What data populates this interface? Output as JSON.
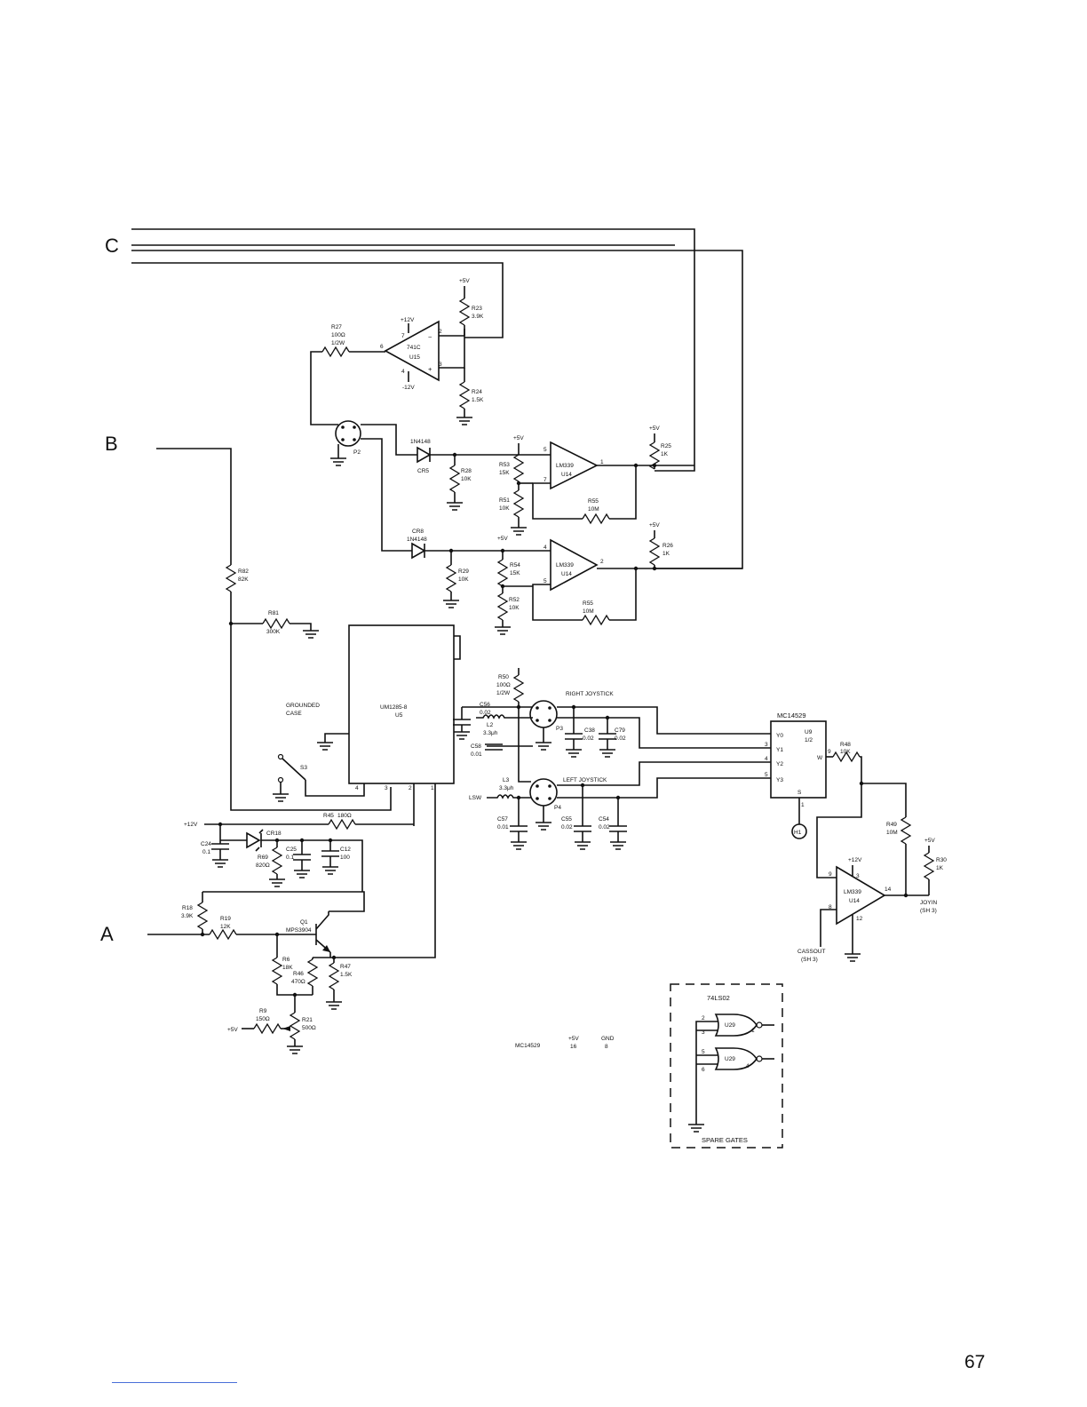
{
  "page": {
    "number": "67"
  },
  "sheet_refs": {
    "C": "C",
    "B": "B",
    "A": "A"
  },
  "parts": {
    "u15_amp": "741C",
    "u15": "U15",
    "u14": "U14",
    "lm339": "LM339",
    "u5_part": "UM1285-8",
    "u5": "U5",
    "mc14529": "MC14529",
    "u9": "U9",
    "u9_half": "1/2",
    "q1": "Q1",
    "q1_part": "MPS3904",
    "cr5": "CR5",
    "cr5_part": "1N4148",
    "cr8": "CR8",
    "cr8_part": "1N4148",
    "cr18": "CR18",
    "spare_part": "74LS02",
    "u29": "U29"
  },
  "resistors": {
    "r27": [
      "R27",
      "100Ω",
      "1/2W"
    ],
    "r23": [
      "R23",
      "3.9K"
    ],
    "r24": [
      "R24",
      "1.5K"
    ],
    "r25": [
      "R25",
      "1K"
    ],
    "r28": [
      "R28",
      "10K"
    ],
    "r53": [
      "R53",
      "15K"
    ],
    "r51": [
      "R51",
      "10K"
    ],
    "r55a": [
      "R55",
      "10M"
    ],
    "r26": [
      "R26",
      "1K"
    ],
    "r29": [
      "R29",
      "10K"
    ],
    "r54": [
      "R54",
      "15K"
    ],
    "r52": [
      "R52",
      "10K"
    ],
    "r55b": [
      "R55",
      "10M"
    ],
    "r82": [
      "R82",
      "82K"
    ],
    "r81": [
      "R81",
      "300K"
    ],
    "r45": [
      "R45",
      "180Ω"
    ],
    "r69": [
      "R69",
      "820Ω"
    ],
    "r50": [
      "R50",
      "100Ω",
      "1/2W"
    ],
    "r48": [
      "R48",
      "10K"
    ],
    "r49": [
      "R49",
      "10M"
    ],
    "r30": [
      "R30",
      "1K"
    ],
    "r18": [
      "R18",
      "3.9K"
    ],
    "r19": [
      "R19",
      "12K"
    ],
    "r6": [
      "R6",
      "18K"
    ],
    "r46": [
      "R46",
      "470Ω"
    ],
    "r47": [
      "R47",
      "1.5K"
    ],
    "r9": [
      "R9",
      "150Ω"
    ],
    "r21": [
      "R21",
      "500Ω"
    ]
  },
  "capacitors": {
    "c24": [
      "C24",
      "0.1"
    ],
    "c25": [
      "C25",
      "0.1"
    ],
    "c12": [
      "C12",
      "100"
    ],
    "c56": [
      "C56",
      "0.02"
    ],
    "c58": [
      "C58",
      "0.01"
    ],
    "c57": [
      "C57",
      "0.01"
    ],
    "c38": [
      "C38",
      "0.02"
    ],
    "c79": [
      "C79",
      "0.02"
    ],
    "c55": [
      "C55",
      "0.02"
    ],
    "c54": [
      "C54",
      "0.02"
    ],
    "l2": [
      "L2",
      "3.3μh"
    ],
    "l3": [
      "L3",
      "3.3μh"
    ]
  },
  "connectors": {
    "p2": "P2",
    "p3": "P3",
    "p4": "P4",
    "h1": "H1",
    "s3": "S3"
  },
  "rails": {
    "p5v": "+5V",
    "p12v": "+12V",
    "m12v": "-12V",
    "gnd": "GND"
  },
  "labels": {
    "right_js": "RIGHT JOYSTICK",
    "left_js": "LEFT JOYSTICK",
    "grounded": "GROUNDED",
    "case": "CASE",
    "lsw": "LSW",
    "joyin": "JOYIN",
    "joyin_sheet": "(SH 3)",
    "cassout": "CASSOUT",
    "cassout_sheet": "(SH 3)",
    "spare_gates": "SPARE GATES",
    "power_chip": "MC14529",
    "power_vcc": "+5V",
    "power_vcc_pin": "16",
    "power_gnd": "GND",
    "power_gnd_pin": "8",
    "y0": "Y0",
    "y1": "Y1",
    "y2": "Y2",
    "y3": "Y3",
    "s": "S",
    "w": "W"
  },
  "pins": {
    "p1": "1",
    "p2": "2",
    "p3": "3",
    "p4": "4",
    "p5": "5",
    "p6": "6",
    "p7": "7",
    "p8": "8",
    "p9": "9",
    "p12": "12",
    "p14": "14",
    "minus": "−",
    "plus": "+"
  }
}
